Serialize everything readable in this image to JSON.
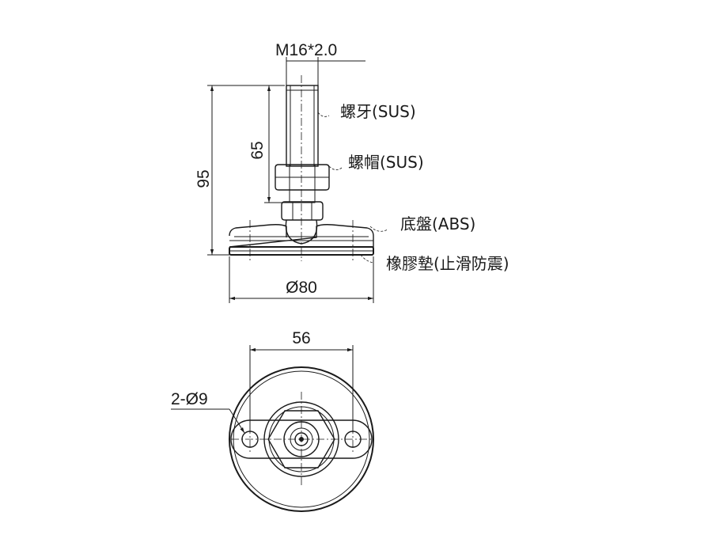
{
  "side_view": {
    "thread_spec": "M16*2.0",
    "height_total": "95",
    "height_thread": "65",
    "diameter_base": "Ø80",
    "parts": [
      {
        "text": "螺牙(SUS)"
      },
      {
        "text": "螺帽(SUS)"
      },
      {
        "text": "底盤(ABS)"
      },
      {
        "text": "橡膠墊(止滑防震)"
      }
    ]
  },
  "top_view": {
    "hole_spacing": "56",
    "hole_spec": "2-Ø9"
  }
}
